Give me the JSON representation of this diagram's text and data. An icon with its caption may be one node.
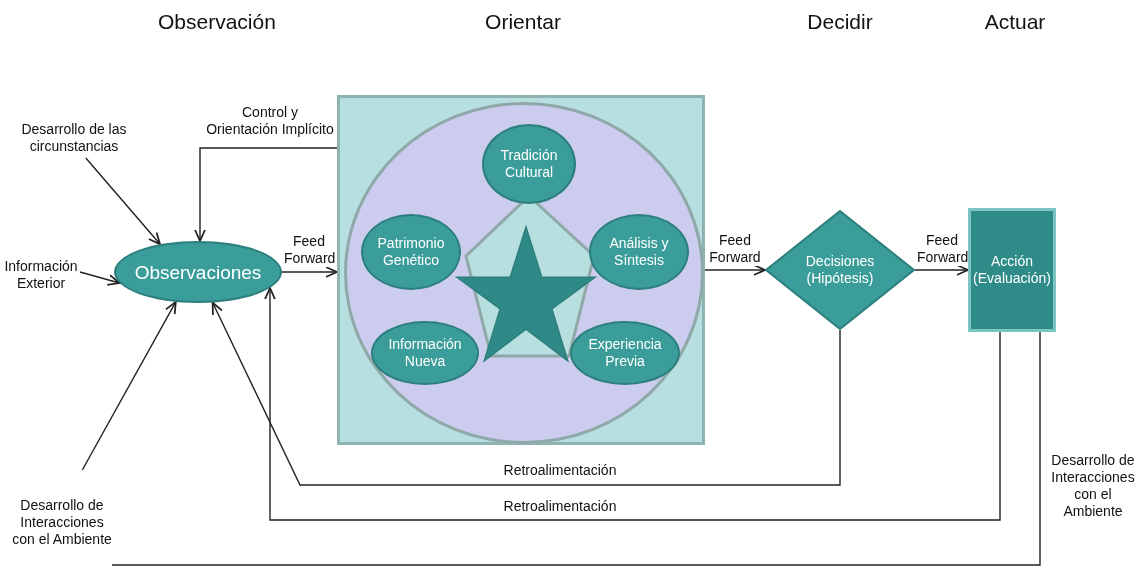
{
  "diagram": {
    "nodes": [
      {
        "text": [
          "Desarrollo de las circunstancias"
        ]
      },
      {
        "text": [
          "Información Exterior"
        ]
      },
      {
        "text": [
          "Observaciones"
        ]
      },
      {
        "text": [],
        "shape": "box"
      },
      {
        "text": [],
        "shape": "circle",
        "in": 3
      },
      {
        "text": [
          "Tradición Cultural"
        ],
        "in": 4
      },
      {
        "text": [
          "Patrimonio Genético"
        ],
        "in": 4
      },
      {
        "text": [
          "Análisis y Síntesis"
        ],
        "in": 4
      },
      {
        "text": [
          "Información Nueva"
        ],
        "in": 4
      },
      {
        "text": [
          "Experiencia Previa"
        ],
        "in": 4
      },
      {
        "text": [],
        "shape": "star",
        "in": 4
      },
      {
        "text": [
          "Decisiones (Hipótesis)"
        ]
      },
      {
        "text": [
          "Acción (Evaluación)"
        ]
      },
      {
        "text": [
          "Desarrollo de Interacciones con el Ambiente"
        ]
      }
    ],
    "edges": [
      {
        "from": 0,
        "to": 2,
        "arrow": "to"
      },
      {
        "from": 1,
        "to": 2,
        "arrow": "to"
      },
      {
        "from": 13,
        "to": 2,
        "arrow": "to"
      },
      {
        "from": 3,
        "to": 2,
        "arrow": "to",
        "label": "Control y Orientación Implícito"
      },
      {
        "from": 2,
        "to": 3,
        "arrow": "to",
        "label": "Feed Forward"
      },
      {
        "from": 3,
        "to": 11,
        "arrow": "to",
        "label": "Feed Forward"
      },
      {
        "from": 11,
        "to": 12,
        "arrow": "to",
        "label": "Feed Forward"
      },
      {
        "from": 11,
        "to": 2,
        "arrow": "to",
        "label": "Retroalimentación"
      },
      {
        "from": 12,
        "to": 2,
        "arrow": "to",
        "label": "Retroalimentación"
      },
      {
        "from": 12,
        "to": 13,
        "arrow": "none",
        "label": "Desarrollo de Interacciones con el Ambiente"
      }
    ],
    "labels": [
      "Observación",
      "Orientar",
      "Decidir",
      "Actuar"
    ]
  }
}
